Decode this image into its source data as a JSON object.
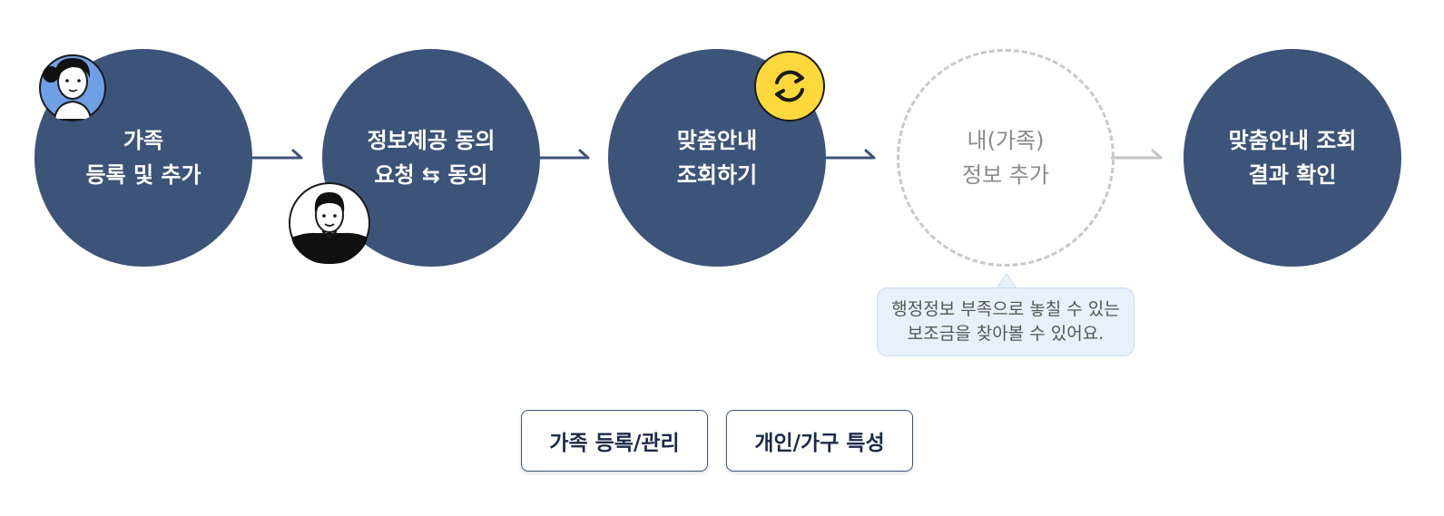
{
  "steps": [
    {
      "line1": "가족",
      "line2": "등록 및 추가"
    },
    {
      "line1": "정보제공 동의",
      "line2": "요청 ⇆ 동의"
    },
    {
      "line1": "맞춤안내",
      "line2": "조회하기"
    },
    {
      "line1": "내(가족)",
      "line2": "정보 추가",
      "optional": true
    },
    {
      "line1": "맞춤안내 조회",
      "line2": "결과 확인"
    }
  ],
  "tooltip": {
    "line1": "행정정보 부족으로 놓칠 수 있는",
    "line2": "보조금을 찾아볼 수 있어요."
  },
  "buttons": {
    "family_register": "가족 등록/관리",
    "personal_household": "개인/가구 특성"
  },
  "icons": {
    "step1_badge": "woman-avatar-icon",
    "step2_badge": "man-avatar-icon",
    "step3_badge": "refresh-icon"
  },
  "colors": {
    "step_circle": "#3d5479",
    "optional_border": "#c9c9c9",
    "refresh_badge": "#ffd93b",
    "tooltip_bg": "#e9f0fb"
  }
}
